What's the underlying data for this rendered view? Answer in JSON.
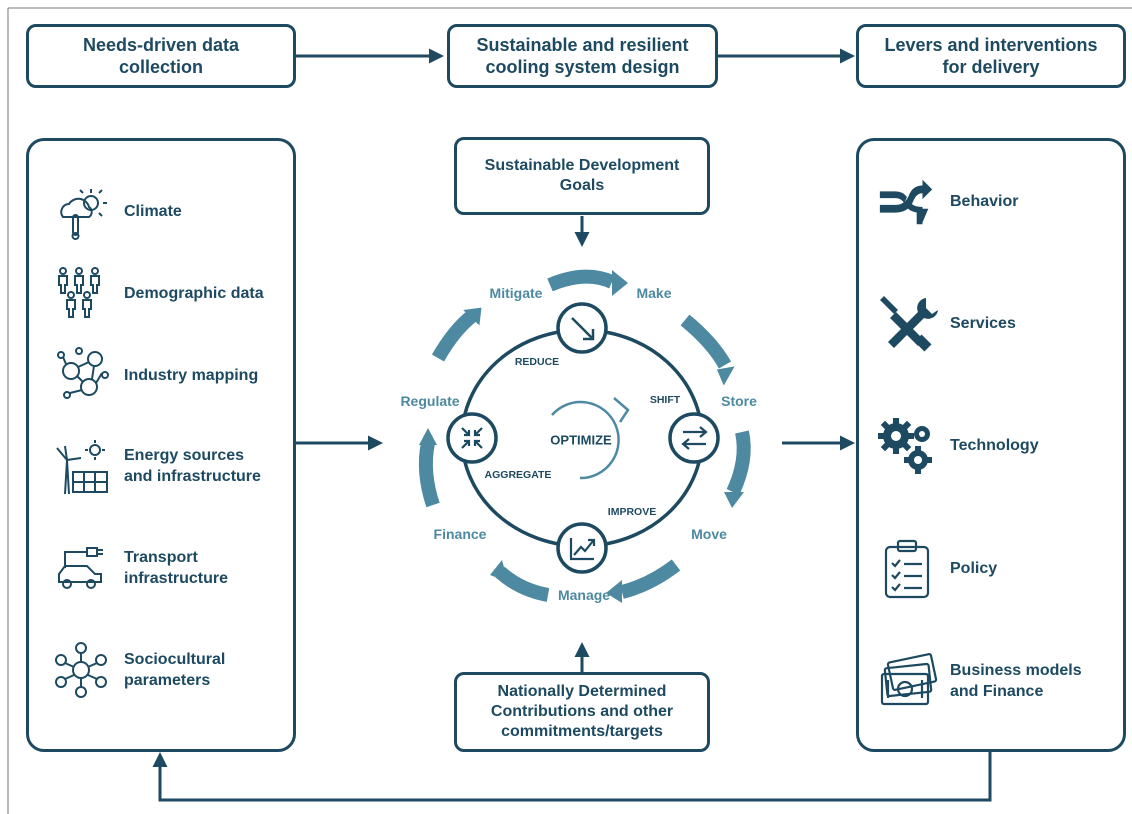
{
  "header": {
    "box1": {
      "line1": "Needs-driven data",
      "line2": "collection"
    },
    "box2": {
      "line1": "Sustainable and resilient",
      "line2": "cooling system design"
    },
    "box3": {
      "line1": "Levers and interventions",
      "line2": "for delivery"
    }
  },
  "left_panel": {
    "items": [
      {
        "icon": "climate-icon",
        "label": "Climate"
      },
      {
        "icon": "people-icon",
        "label": "Demographic data"
      },
      {
        "icon": "network-icon",
        "label": "Industry mapping"
      },
      {
        "icon": "energy-icon",
        "line1": "Energy sources",
        "line2": "and infrastructure"
      },
      {
        "icon": "ev-car-icon",
        "line1": "Transport",
        "line2": "infrastructure"
      },
      {
        "icon": "social-network-icon",
        "line1": "Sociocultural",
        "line2": "parameters"
      }
    ]
  },
  "center": {
    "sdg": {
      "line1": "Sustainable Development",
      "line2": "Goals"
    },
    "ndc": {
      "line1": "Nationally Determined",
      "line2": "Contributions and other",
      "line3": "commitments/targets"
    },
    "cycle": {
      "mitigate": "Mitigate",
      "make": "Make",
      "store": "Store",
      "move": "Move",
      "manage": "Manage",
      "finance": "Finance",
      "regulate": "Regulate"
    },
    "inner": {
      "reduce": "REDUCE",
      "shift": "SHIFT",
      "improve": "IMPROVE",
      "aggregate": "AGGREGATE",
      "optimize": "OPTIMIZE"
    },
    "colors": {
      "dark": "#1d4a60",
      "light": "#4d8aa1"
    }
  },
  "right_panel": {
    "items": [
      {
        "icon": "crossing-arrows-icon",
        "label": "Behavior"
      },
      {
        "icon": "tools-icon",
        "label": "Services"
      },
      {
        "icon": "gears-icon",
        "label": "Technology"
      },
      {
        "icon": "clipboard-icon",
        "label": "Policy"
      },
      {
        "icon": "money-icon",
        "line1": "Business models",
        "line2": "and Finance"
      }
    ]
  }
}
